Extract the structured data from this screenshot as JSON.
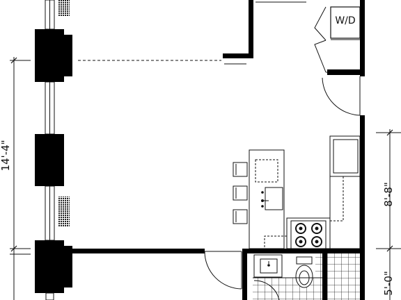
{
  "floor_plan": {
    "dimensions": {
      "living_depth": "14'-4\"",
      "kitchen_depth": "8'-8\"",
      "bath_depth": "5'-0\""
    },
    "appliances": {
      "washer_dryer": "W/D"
    },
    "colors": {
      "wall": "#000000",
      "line": "#111111",
      "background": "#ffffff"
    }
  }
}
